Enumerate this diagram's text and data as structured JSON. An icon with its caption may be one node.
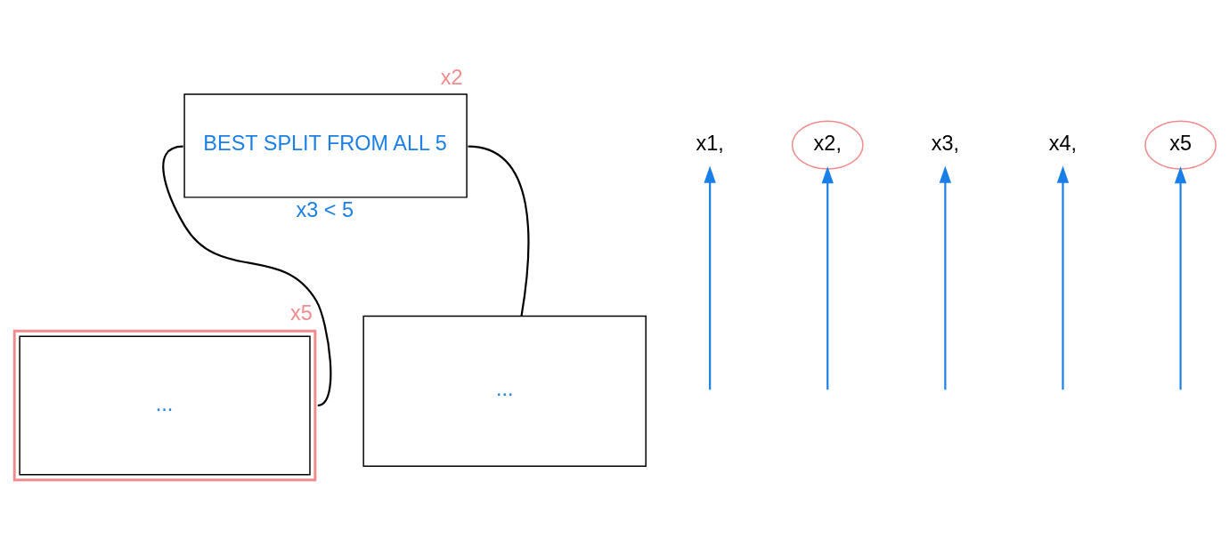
{
  "diagram": {
    "nodes": [
      {
        "text": [
          "BEST SPLIT FROM ALL 5"
        ],
        "beside": [
          "x2",
          "x3 < 5"
        ]
      },
      {
        "text": [
          "..."
        ],
        "beside": [
          "x5"
        ]
      },
      {
        "text": [
          "..."
        ]
      },
      {
        "text": [
          "x1,"
        ]
      },
      {
        "text": [
          "x2,"
        ]
      },
      {
        "text": [
          "x3,"
        ]
      },
      {
        "text": [
          "x4,"
        ]
      },
      {
        "text": [
          "x5"
        ]
      }
    ],
    "edges": [
      {
        "from": 0,
        "to": 1,
        "arrow": "none",
        "color": "#000000"
      },
      {
        "from": 0,
        "to": 2,
        "arrow": "none",
        "color": "#000000"
      },
      {
        "from": null,
        "to": 3,
        "arrow": "to",
        "color": "#1a7fe6"
      },
      {
        "from": null,
        "to": 4,
        "arrow": "to",
        "color": "#1a7fe6"
      },
      {
        "from": null,
        "to": 5,
        "arrow": "to",
        "color": "#1a7fe6"
      },
      {
        "from": null,
        "to": 6,
        "arrow": "to",
        "color": "#1a7fe6"
      },
      {
        "from": null,
        "to": 7,
        "arrow": "to",
        "color": "#1a7fe6"
      }
    ]
  }
}
